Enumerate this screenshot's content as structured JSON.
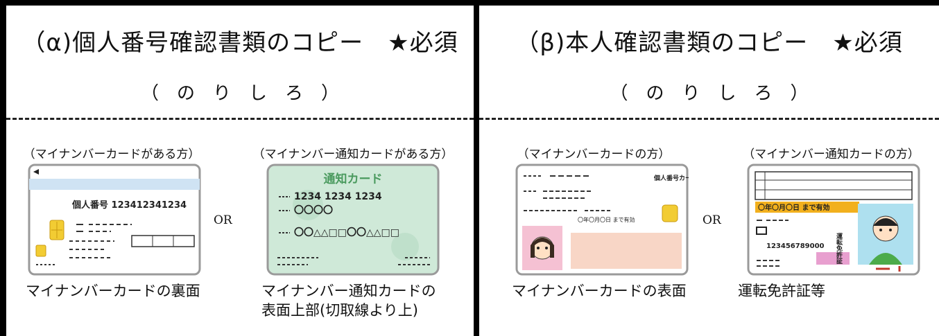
{
  "alpha": {
    "title": "（α)個人番号確認書類のコピー　★必須",
    "norishiro": "（　の　り　し　ろ　）",
    "option1": {
      "note": "（マイナンバーカードがある方）",
      "caption": "マイナンバーカードの裏面",
      "card_text": "個人番号 123412341234"
    },
    "or_label": "OR",
    "option2": {
      "note": "（マイナンバー通知カードがある方）",
      "caption_line1": "マイナンバー通知カードの",
      "caption_line2": "表面上部(切取線より上)",
      "card_title": "通知カード",
      "card_number": "1234 1234 1234",
      "card_name": "〇〇〇〇",
      "card_address": "〇〇△△□□〇〇△△□□"
    }
  },
  "beta": {
    "title": "（β)本人確認書類のコピー　★必須",
    "norishiro": "（　の　り　し　ろ　）",
    "option1": {
      "note": "（マイナンバーカードの方）",
      "caption": "マイナンバーカードの表面",
      "card_label": "個人番号カード",
      "card_expiry": "〇年〇月〇日 まで有効"
    },
    "or_label": "OR",
    "option2": {
      "note": "（マイナンバー通知カードの方）",
      "caption": "運転免許証等",
      "card_expiry": "〇年〇月〇日 まで有効",
      "card_number": "123456789000",
      "card_side": "運転免許証"
    }
  }
}
